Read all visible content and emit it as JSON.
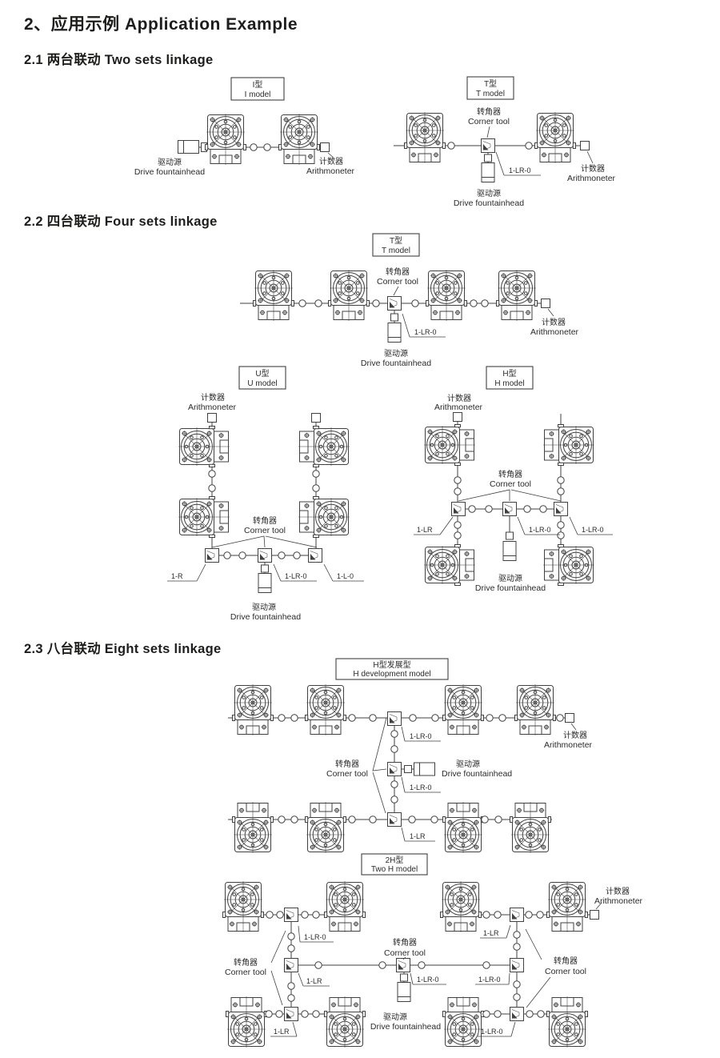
{
  "header": {
    "title": "2、应用示例 Application Example"
  },
  "sections": [
    {
      "heading": "2.1 两台联动  Two sets linkage"
    },
    {
      "heading": "2.2 四台联动  Four sets linkage"
    },
    {
      "heading": "2.3 八台联动  Eight sets linkage"
    }
  ],
  "labels": {
    "corner_cn": "转角器",
    "corner_en": "Corner tool",
    "drive_cn": "驱动源",
    "drive_en": "Drive fountainhead",
    "counter_cn": "计数器",
    "counter_en": "Arithmoneter",
    "code_lr0": "1-LR-0",
    "code_lr": "1-LR",
    "code_r": "1-R",
    "code_l0": "1-L-0"
  },
  "models": {
    "i": {
      "cn": "I型",
      "en": "I model"
    },
    "t": {
      "cn": "T型",
      "en": "T model"
    },
    "u": {
      "cn": "U型",
      "en": "U model"
    },
    "h": {
      "cn": "H型",
      "en": "H model"
    },
    "hdev": {
      "cn": "H型发展型",
      "en": "H development model"
    },
    "twoh": {
      "cn": "2H型",
      "en": "Two H model"
    }
  },
  "colors": {
    "line": "#414042",
    "text": "#231f20"
  }
}
